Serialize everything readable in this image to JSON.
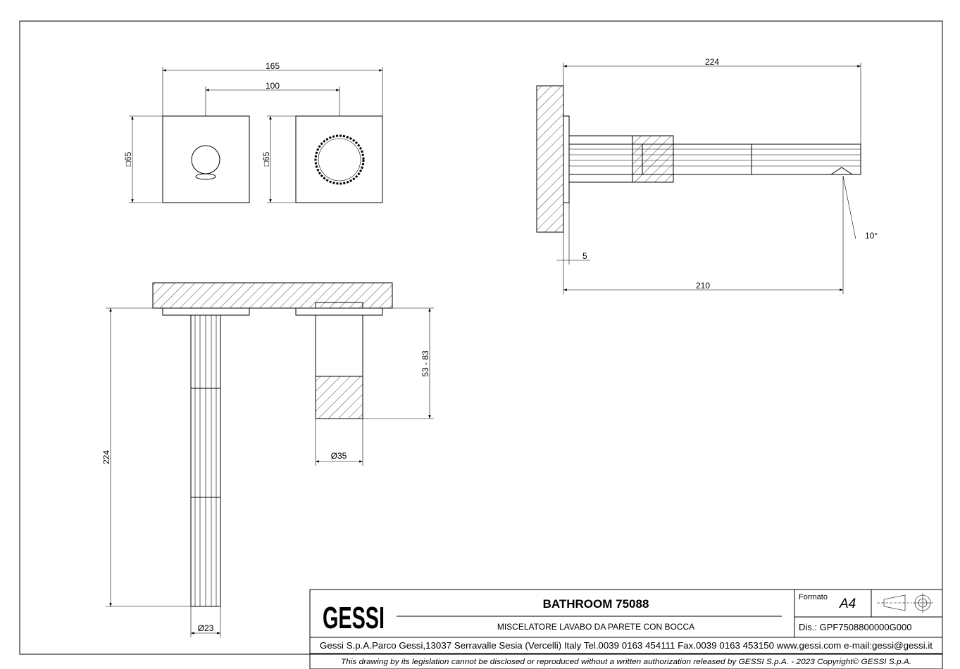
{
  "dimensions": {
    "top_width": "165",
    "top_spacing": "100",
    "plate1_size": "□65",
    "plate2_size": "□65",
    "side_length": "224",
    "side_projection": "210",
    "side_offset": "5",
    "side_angle": "10°",
    "front_length": "224",
    "front_handle_depth": "53 - 83",
    "handle_diameter": "Ø35",
    "spout_diameter": "Ø23"
  },
  "title_block": {
    "logo": "GESSI",
    "title": "BATHROOM 75088",
    "subtitle": "MISCELATORE LAVABO DA PARETE CON BOCCA",
    "format_label": "Formato",
    "format_value": "A4",
    "drawing_number": "Dis.: GPF7508800000G000",
    "address": "Gessi S.p.A.Parco Gessi,13037 Serravalle Sesia (Vercelli) Italy Tel.0039 0163 454111 Fax.0039 0163 453150 www.gessi.com e-mail:gessi@gessi.it",
    "disclaimer": "This drawing by its legislation cannot be disclosed or reproduced without a written authorization released by GESSI S.p.A. - 2023 Copyright© GESSI S.p.A."
  }
}
